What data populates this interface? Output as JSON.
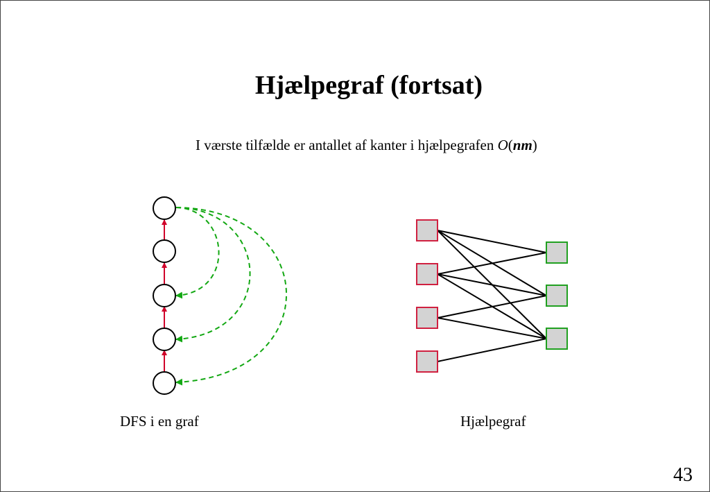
{
  "slide": {
    "title": "Hjælpegraf (fortsat)",
    "subtitle": {
      "text": "I værste tilfælde er antallet af kanter i hjælpegrafen ",
      "big_o": "O",
      "open": "(",
      "nm": "nm",
      "close": ")"
    },
    "left_label": "DFS i en graf",
    "right_label": "Hjælpegraf",
    "page_number": "43"
  },
  "colors": {
    "tree_edge": "#d0002a",
    "back_edge": "#13a813",
    "left_node_border": "#d02040",
    "right_node_border": "#20a020",
    "node_fill": "#d3d3d3",
    "edge": "#000000"
  }
}
